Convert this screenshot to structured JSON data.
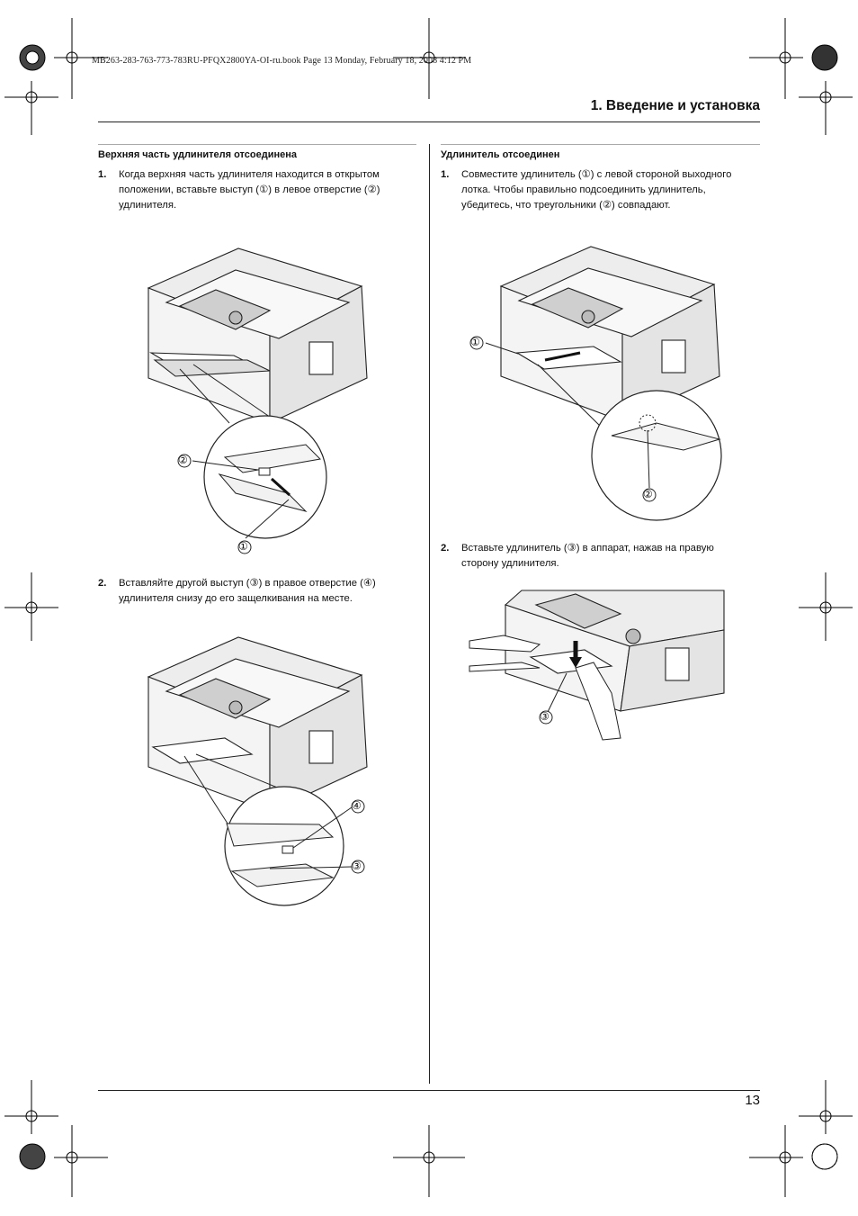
{
  "header": {
    "slug": "MB263-283-763-773-783RU-PFQX2800YA-OI-ru.book  Page 13  Monday, February 18, 2008  4:12 PM",
    "chapter_title": "1. Введение и установка"
  },
  "left": {
    "section_title": "Верхняя часть удлинителя отсоединена",
    "step1": {
      "num": "1.",
      "lines": [
        "Когда верхняя часть удлинителя находится в открытом",
        "положении, вставьте выступ (①) в левое отверстие (②)",
        "удлинителя."
      ]
    },
    "step2": {
      "num": "2.",
      "lines": [
        "Вставляйте другой выступ (③) в правое отверстие (④)",
        "удлинителя снизу до его защелкивания на месте."
      ]
    },
    "fig1_callouts": [
      "②",
      "①"
    ],
    "fig2_callouts": [
      "④",
      "③"
    ]
  },
  "right": {
    "section_title": "Удлинитель отсоединен",
    "step1": {
      "num": "1.",
      "lines": [
        "Совместите удлинитель (①) с левой стороной выходного",
        "лотка. Чтобы правильно подсоединить удлинитель,",
        "убедитесь, что треугольники (②) совпадают."
      ]
    },
    "step2": {
      "num": "2.",
      "lines": [
        "Вставьте удлинитель (③) в аппарат, нажав на правую",
        "сторону удлинителя."
      ]
    },
    "fig3_callouts": [
      "①",
      "②"
    ],
    "fig4_callouts": [
      "③"
    ]
  },
  "footer": {
    "page_number": "13"
  }
}
